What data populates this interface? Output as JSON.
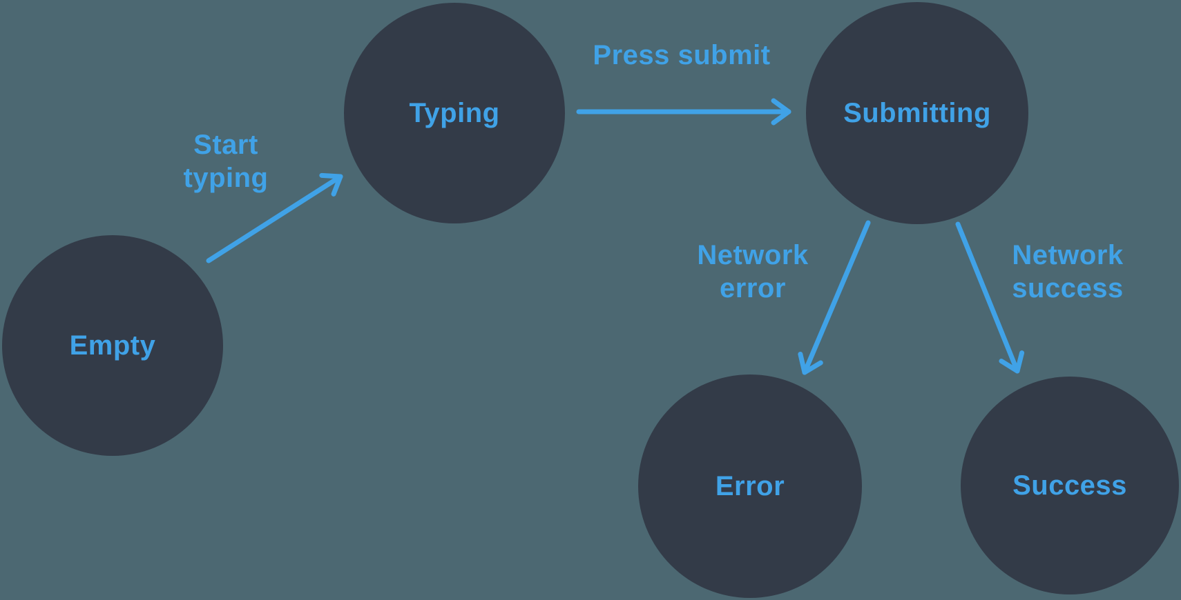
{
  "colors": {
    "background": "#4C6872",
    "node_fill": "#333B48",
    "accent_blue": "#40A2E7"
  },
  "diagram": {
    "type": "state-machine",
    "nodes": [
      {
        "id": "empty",
        "label": "Empty"
      },
      {
        "id": "typing",
        "label": "Typing"
      },
      {
        "id": "submitting",
        "label": "Submitting"
      },
      {
        "id": "error",
        "label": "Error"
      },
      {
        "id": "success",
        "label": "Success"
      }
    ],
    "edges": [
      {
        "from": "empty",
        "to": "typing",
        "label": "Start typing",
        "label_lines": [
          "Start",
          "typing"
        ]
      },
      {
        "from": "typing",
        "to": "submitting",
        "label": "Press submit",
        "label_lines": [
          "Press submit"
        ]
      },
      {
        "from": "submitting",
        "to": "error",
        "label": "Network error",
        "label_lines": [
          "Network",
          "error"
        ]
      },
      {
        "from": "submitting",
        "to": "success",
        "label": "Network success",
        "label_lines": [
          "Network",
          "success"
        ]
      }
    ]
  }
}
